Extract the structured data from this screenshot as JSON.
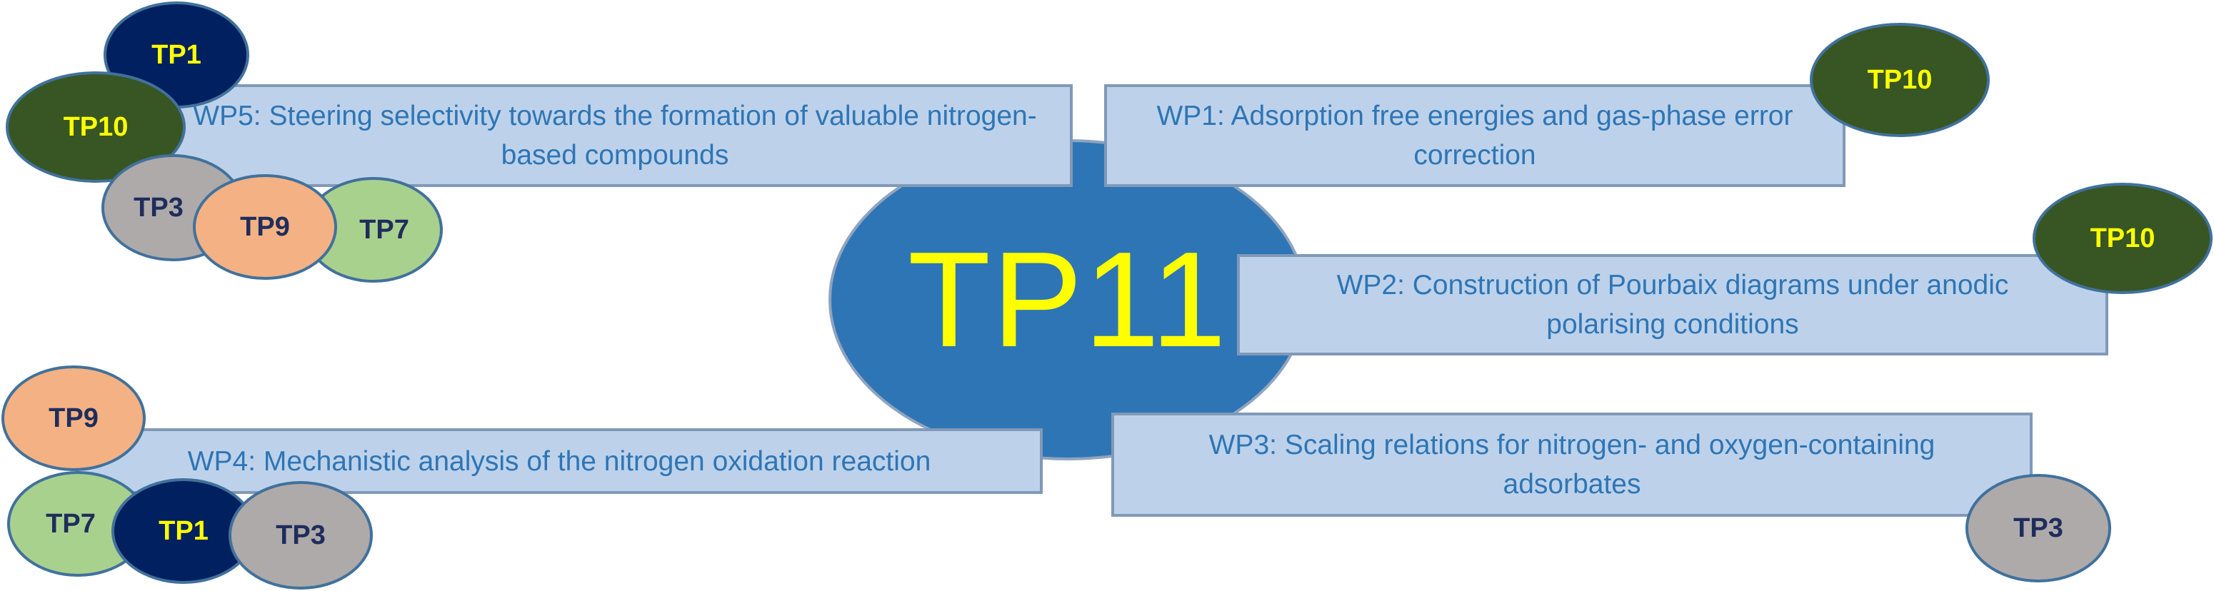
{
  "center": {
    "label": "TP11"
  },
  "work_packages": [
    {
      "id": "wp5",
      "text": "WP5: Steering selectivity towards the formation of valuable nitrogen-based compounds"
    },
    {
      "id": "wp1",
      "text": "WP1: Adsorption free energies and gas-phase error correction"
    },
    {
      "id": "wp2",
      "text": "WP2: Construction of Pourbaix diagrams under anodic polarising conditions"
    },
    {
      "id": "wp4",
      "text": "WP4: Mechanistic analysis of the nitrogen oxidation reaction"
    },
    {
      "id": "wp3",
      "text": "WP3: Scaling relations for nitrogen- and oxygen-containing adsorbates"
    }
  ],
  "bubbles": {
    "wp5": [
      "TP1",
      "TP10",
      "TP3",
      "TP7",
      "TP9"
    ],
    "wp1": [
      "TP10"
    ],
    "wp2": [
      "TP10"
    ],
    "wp4": [
      "TP9",
      "TP7",
      "TP1",
      "TP3"
    ],
    "wp3": [
      "TP3"
    ]
  },
  "colors": {
    "center_fill": "#2e75b6",
    "center_text": "#ffff00",
    "box_fill": "#bdd2ea",
    "box_text": "#2e75b6",
    "TP1": "#002060",
    "TP10": "#375623",
    "TP3": "#aeaaaa",
    "TP9": "#f4b183",
    "TP7": "#a9d18e"
  }
}
